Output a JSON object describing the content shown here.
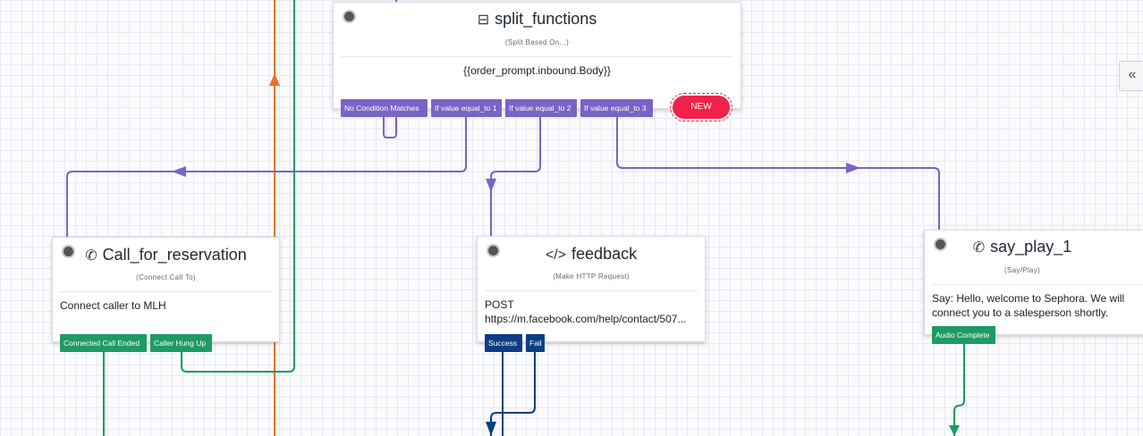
{
  "nodes": {
    "split_functions": {
      "icon": "split-icon",
      "title": "split_functions",
      "subtitle": "(Split Based On...)",
      "body": "{{order_prompt.inbound.Body}}",
      "ports": [
        "No Condition Matches",
        "If value equal_to 1",
        "If value equal_to 2",
        "If value equal_to 3"
      ],
      "new_label": "NEW"
    },
    "call_for_reservation": {
      "icon": "phone-icon",
      "title": "Call_for_reservation",
      "subtitle": "(Connect Call To)",
      "body": "Connect caller to MLH",
      "ports": [
        "Connected Call Ended",
        "Caller Hung Up"
      ]
    },
    "feedback": {
      "icon": "code-icon",
      "title": "feedback",
      "subtitle": "(Make HTTP Request)",
      "body_method": "POST",
      "body_url": "https://m.facebook.com/help/contact/507...",
      "ports": [
        "Success",
        "Fail"
      ]
    },
    "say_play_1": {
      "icon": "phone-icon",
      "title": "say_play_1",
      "subtitle": "(Say/Play)",
      "body": "Say: Hello, welcome to Sephora. We will connect you to a salesperson shortly.",
      "ports": [
        "Audio Complete"
      ]
    }
  },
  "colors": {
    "purple": "#7a63c6",
    "green": "#1f9a63",
    "blue": "#0c3e83",
    "orange": "#e8712a",
    "new_button": "#f0214a"
  },
  "panel": {
    "collapse_icon": "double-chevron-left-icon",
    "collapse_glyph": "«"
  }
}
